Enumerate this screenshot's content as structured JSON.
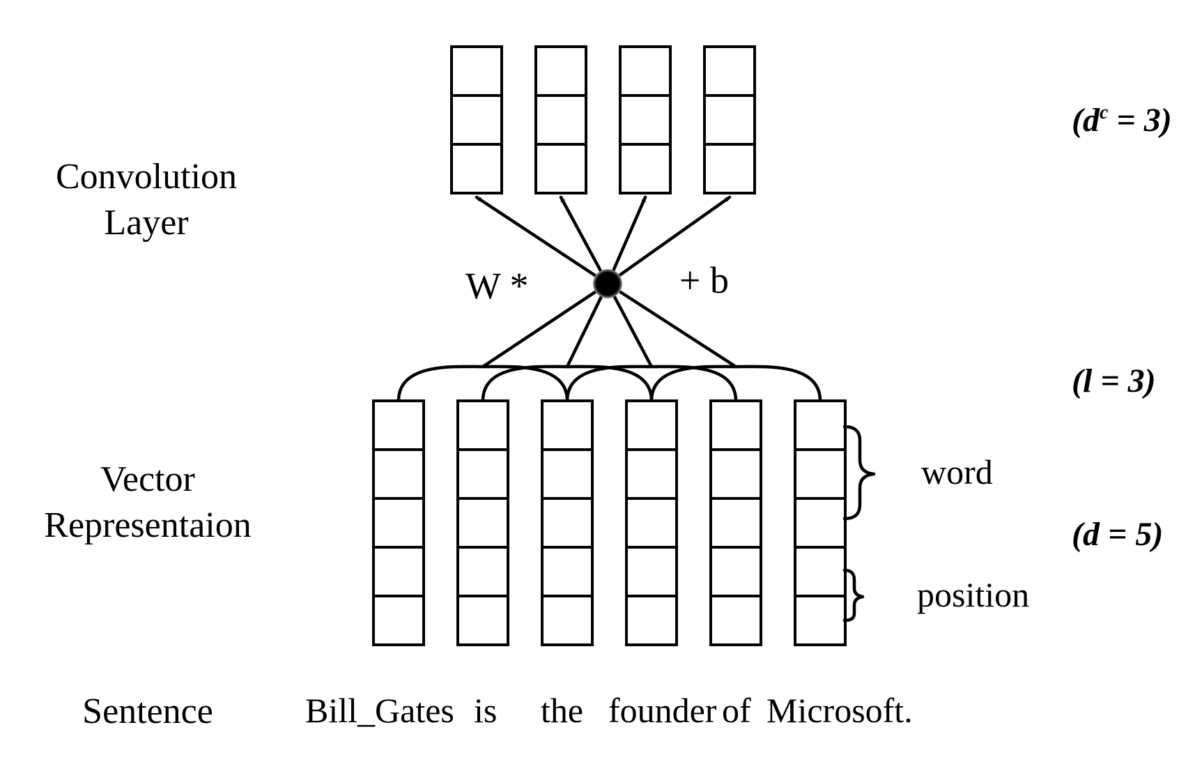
{
  "labels": {
    "convolution": [
      "Convolution",
      "Layer"
    ],
    "vector": [
      "Vector",
      "Representaion"
    ],
    "sentence": "Sentence"
  },
  "operators": {
    "weight": "W *",
    "bias": "+ b"
  },
  "annotations": {
    "dc_base": "(d",
    "dc_sup": "c",
    "dc_rest": " = 3)",
    "window": "(l = 3)",
    "dim": "(d = 5)",
    "word": "word",
    "position": "position"
  },
  "sentence_words": [
    "Bill_Gates",
    "is",
    "the",
    "founder",
    "of",
    "Microsoft."
  ],
  "structure": {
    "conv_filters": 4,
    "conv_cells_per_filter": 3,
    "word_vectors": 6,
    "vector_cells": 5,
    "word_embedding_cells": 3,
    "position_embedding_cells": 2,
    "window_size": 3
  },
  "colors": {
    "ink": "#000000",
    "background": "#ffffff"
  }
}
